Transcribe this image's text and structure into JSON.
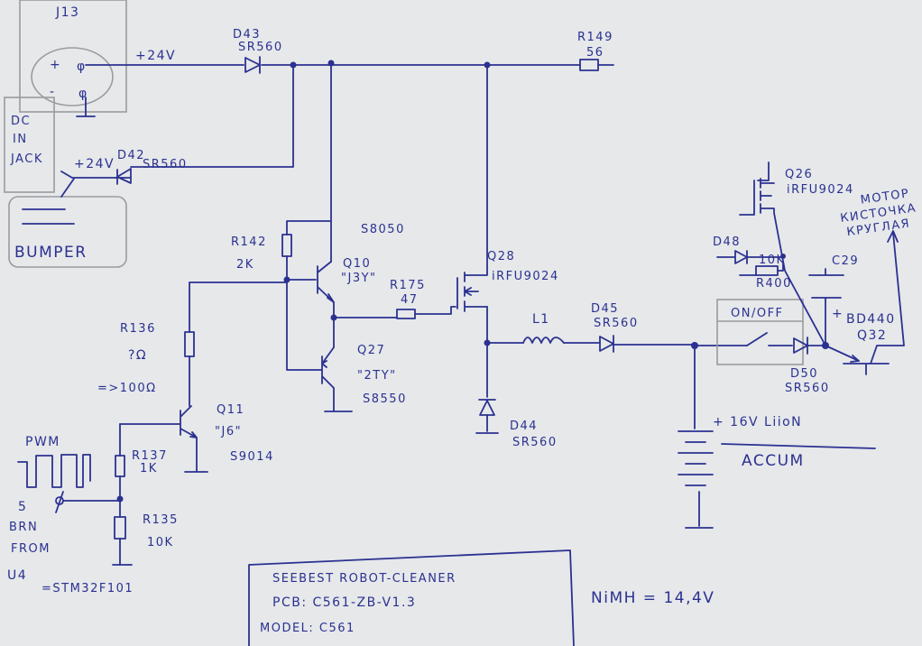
{
  "colors": {
    "paper": "#e6e8ea",
    "ink": "#2b3190",
    "pencil": "#9a9b9f"
  },
  "connector": {
    "name": "J13",
    "plus": "+",
    "minus": "-",
    "pin": "φ"
  },
  "dc_in": {
    "line1": "DC",
    "line2": "IN",
    "line3": "JACK"
  },
  "bumper": {
    "label": "BUMPER"
  },
  "rails": {
    "v24_a": "+24V",
    "v24_b": "+24V"
  },
  "d43": {
    "ref": "D43",
    "part": "SR560"
  },
  "d42": {
    "ref": "D42",
    "part": "SR560"
  },
  "r149": {
    "ref": "R149",
    "value": "56"
  },
  "r142": {
    "ref": "R142",
    "value": "2K"
  },
  "q10": {
    "ref": "Q10",
    "mark": "\"J3Y\"",
    "part": "S8050"
  },
  "r175": {
    "ref": "R175",
    "value": "47"
  },
  "q28": {
    "ref": "Q28",
    "part": "iRFU9024"
  },
  "q27": {
    "ref": "Q27",
    "mark": "\"2TY\"",
    "part": "S8550"
  },
  "r136": {
    "ref": "R136",
    "value": "?Ω",
    "guess": "=>100Ω"
  },
  "q11": {
    "ref": "Q11",
    "mark": "\"J6\"",
    "part": "S9014"
  },
  "r137": {
    "ref": "R137",
    "value": "1K"
  },
  "r135": {
    "ref": "R135",
    "value": "10K"
  },
  "pwm": {
    "label": "PWM",
    "pin": "5",
    "wire": "BRN",
    "from": "FROM",
    "src": "U4",
    "mcu": "=STM32F101"
  },
  "l1": {
    "ref": "L1"
  },
  "d45": {
    "ref": "D45",
    "part": "SR560"
  },
  "d44": {
    "ref": "D44",
    "part": "SR560"
  },
  "battery": {
    "voltage": "+ 16V LiioN",
    "label": "ACCUM"
  },
  "switch": {
    "label": "ON/OFF"
  },
  "d50": {
    "ref": "D50",
    "part": "SR560"
  },
  "q26": {
    "ref": "Q26",
    "part": "iRFU9024"
  },
  "d48": {
    "ref": "D48"
  },
  "r400": {
    "ref": "R400",
    "value": "10K"
  },
  "c29": {
    "ref": "C29",
    "plus": "+"
  },
  "q32": {
    "ref": "Q32",
    "part": "BD440"
  },
  "motor": {
    "line1": "МОТОР",
    "line2": "КИСТОЧКА",
    "line3": "КРУГЛАЯ"
  },
  "title_block": {
    "line1": "SEEBEST     ROBOT-CLEANER",
    "line2": "PCB: C561-ZB-V1.3",
    "line3": "MODEL: C561"
  },
  "note": "NiMH = 14,4V"
}
